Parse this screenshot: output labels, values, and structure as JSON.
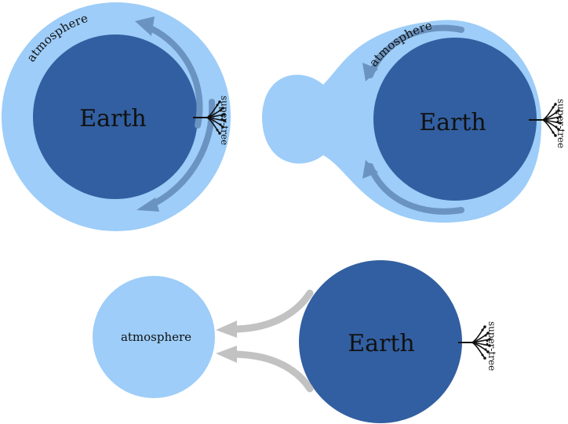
{
  "colors": {
    "earth": "#325fa1",
    "atmosphere": "#9dcdf8",
    "flow_arrow": "#6b93c1",
    "escape_arrow": "#c2c2c2",
    "tree": "#111111"
  },
  "panels": {
    "top_left": {
      "earth_label": "Earth",
      "atmosphere_label": "atmosphere",
      "tree_label": "super-tree"
    },
    "top_right": {
      "earth_label": "Earth",
      "atmosphere_label": "atmosphere",
      "tree_label": "super-tree"
    },
    "bottom": {
      "earth_label": "Earth",
      "atmosphere_label": "atmosphere",
      "tree_label": "super-tree"
    }
  }
}
